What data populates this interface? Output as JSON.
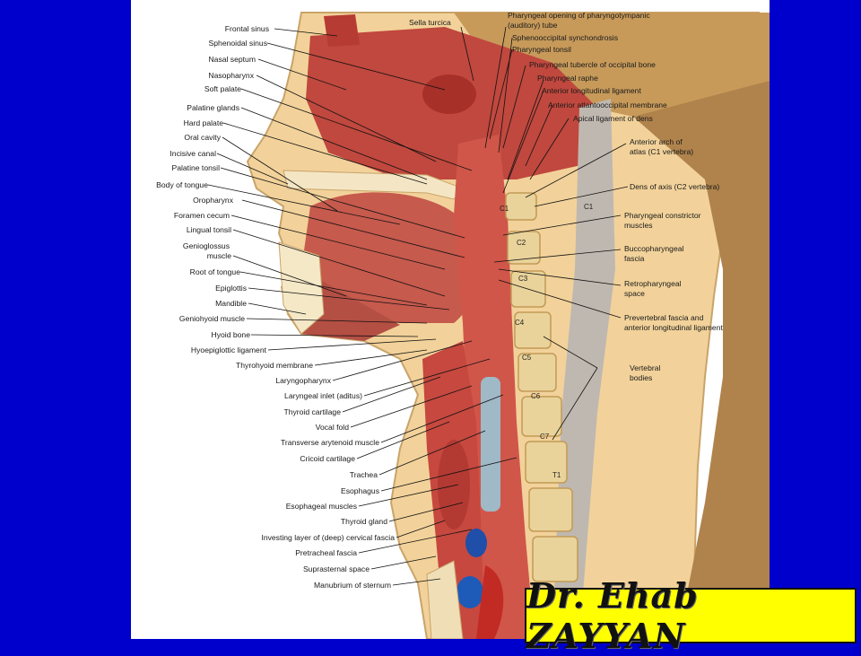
{
  "colors": {
    "background": "#0000cc",
    "panel": "#ffffff",
    "signature_bg": "#ffff00"
  },
  "labels_left": [
    "Frontal sinus",
    "Sphenoidal sinus",
    "Nasal septum",
    "Nasopharynx",
    "Soft palate",
    "Palatine glands",
    "Hard palate",
    "Oral cavity",
    "Incisive canal",
    "Palatine tonsil",
    "Body of tongue",
    "Oropharynx",
    "Foramen cecum",
    "Lingual tonsil",
    "Genioglossus",
    "muscle",
    "Root of tongue",
    "Epiglottis",
    "Mandible",
    "Geniohyoid muscle",
    "Hyoid bone",
    "Hyoepiglottic ligament",
    "Thyrohyoid membrane",
    "Laryngopharynx",
    "Laryngeal inlet (aditus)",
    "Thyroid cartilage",
    "Vocal fold",
    "Transverse arytenoid muscle",
    "Cricoid cartilage",
    "Trachea",
    "Esophagus",
    "Esophageal muscles",
    "Thyroid gland",
    "Investing layer of (deep) cervical fascia",
    "Pretracheal fascia",
    "Suprasternal space",
    "Manubrium of sternum"
  ],
  "labels_top": [
    "Sella turcica",
    "Pharyngeal opening of pharyngotympanic",
    "(auditory) tube",
    "Sphenooccipital synchondrosis",
    "Pharyngeal tonsil",
    "Pharyngeal tubercle of occipital bone",
    "Pharyngeal raphe",
    "Anterior longitudinal ligament",
    "Anterior atlantooccipital membrane",
    "Apical ligament of dens"
  ],
  "labels_right": [
    "Anterior arch of",
    "atlas (C1 vertebra)",
    "Dens of axis (C2 vertebra)",
    "Pharyngeal  constrictor",
    "muscles",
    "Buccopharyngeal",
    "fascia",
    "Retropharyngeal",
    "space",
    "Prevertebral  fascia  and",
    "anterior longitudinal ligament",
    "Vertebral",
    "bodies"
  ],
  "vertebrae": [
    "C1",
    "C1",
    "C2",
    "C3",
    "C4",
    "C5",
    "C6",
    "C7",
    "T1"
  ],
  "signature": "Dr. Ehab ZAYYAN"
}
